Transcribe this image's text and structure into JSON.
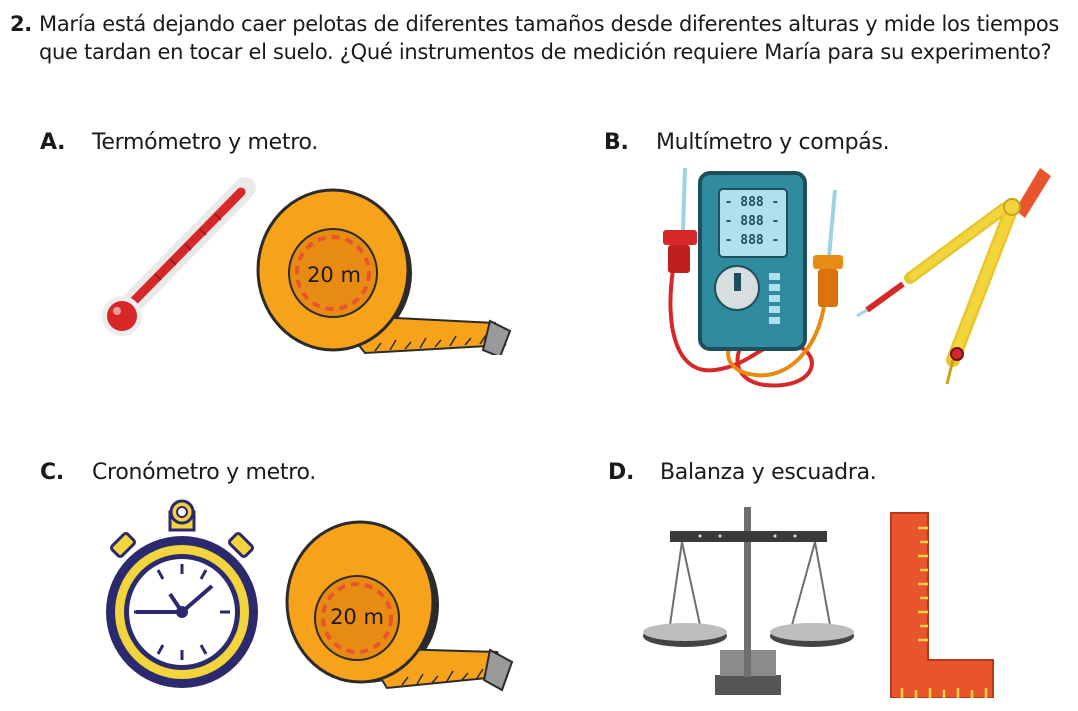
{
  "question": {
    "number": "2.",
    "text": "María está dejando caer pelotas de diferentes tamaños desde diferentes alturas y mide los tiempos que tardan en tocar el suelo. ¿Qué instrumentos de medición requiere María para su experimento?"
  },
  "options": [
    {
      "letter": "A.",
      "text": "Termómetro y metro.",
      "icons": [
        "thermometer-icon",
        "measuring-tape-icon"
      ],
      "tape_label": "20 m"
    },
    {
      "letter": "B.",
      "text": "Multímetro y compás.",
      "icons": [
        "multimeter-icon",
        "compass-icon"
      ],
      "display_lines": [
        "- 888 -",
        "- 888 -",
        "- 888 -"
      ]
    },
    {
      "letter": "C.",
      "text": "Cronómetro y metro.",
      "icons": [
        "stopwatch-icon",
        "measuring-tape-icon"
      ],
      "tape_label": "20 m"
    },
    {
      "letter": "D.",
      "text": "Balanza y escuadra.",
      "icons": [
        "balance-scale-icon",
        "square-ruler-icon"
      ]
    }
  ],
  "colors": {
    "tape_orange": "#F7A21B",
    "thermo_red": "#D62828",
    "multimeter_teal": "#2E8C9E",
    "compass_yellow": "#F2D43D",
    "stopwatch_purple": "#2B2A6E",
    "ruler_orange": "#E8542C"
  }
}
